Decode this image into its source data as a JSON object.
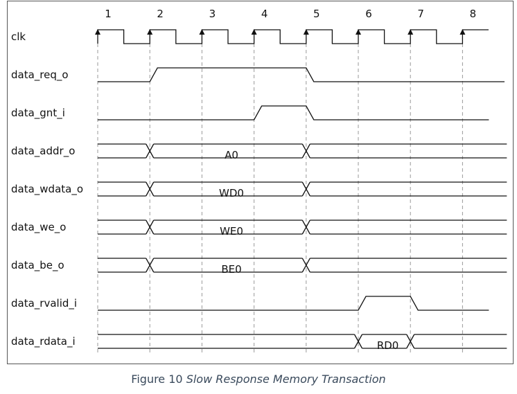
{
  "cycles": [
    "1",
    "2",
    "3",
    "4",
    "5",
    "6",
    "7",
    "8"
  ],
  "signals": [
    {
      "name": "clk",
      "kind": "clock"
    },
    {
      "name": "data_req_o",
      "kind": "bit",
      "levels": [
        0,
        1,
        1,
        1,
        0,
        0,
        0,
        0
      ]
    },
    {
      "name": "data_gnt_i",
      "kind": "bit",
      "levels": [
        0,
        0,
        0,
        1,
        0,
        0,
        0,
        0
      ]
    },
    {
      "name": "data_addr_o",
      "kind": "bus",
      "segments": [
        {
          "from": 1,
          "to": 2,
          "value": ""
        },
        {
          "from": 2,
          "to": 5,
          "value": "A0"
        },
        {
          "from": 5,
          "to": 8.85,
          "value": ""
        }
      ]
    },
    {
      "name": "data_wdata_o",
      "kind": "bus",
      "segments": [
        {
          "from": 1,
          "to": 2,
          "value": ""
        },
        {
          "from": 2,
          "to": 5,
          "value": "WD0"
        },
        {
          "from": 5,
          "to": 8.85,
          "value": ""
        }
      ]
    },
    {
      "name": "data_we_o",
      "kind": "bus",
      "segments": [
        {
          "from": 1,
          "to": 2,
          "value": ""
        },
        {
          "from": 2,
          "to": 5,
          "value": "WE0"
        },
        {
          "from": 5,
          "to": 8.85,
          "value": ""
        }
      ]
    },
    {
      "name": "data_be_o",
      "kind": "bus",
      "segments": [
        {
          "from": 1,
          "to": 2,
          "value": ""
        },
        {
          "from": 2,
          "to": 5,
          "value": "BE0"
        },
        {
          "from": 5,
          "to": 8.85,
          "value": ""
        }
      ]
    },
    {
      "name": "data_rvalid_i",
      "kind": "bit",
      "levels": [
        0,
        0,
        0,
        0,
        0,
        1,
        0,
        0
      ]
    },
    {
      "name": "data_rdata_i",
      "kind": "bus",
      "segments": [
        {
          "from": 1,
          "to": 6,
          "value": ""
        },
        {
          "from": 6,
          "to": 7,
          "value": "RD0"
        },
        {
          "from": 7,
          "to": 8.85,
          "value": ""
        }
      ]
    }
  ],
  "caption": {
    "number": "Figure 10",
    "title": "Slow Response Memory Transaction"
  }
}
